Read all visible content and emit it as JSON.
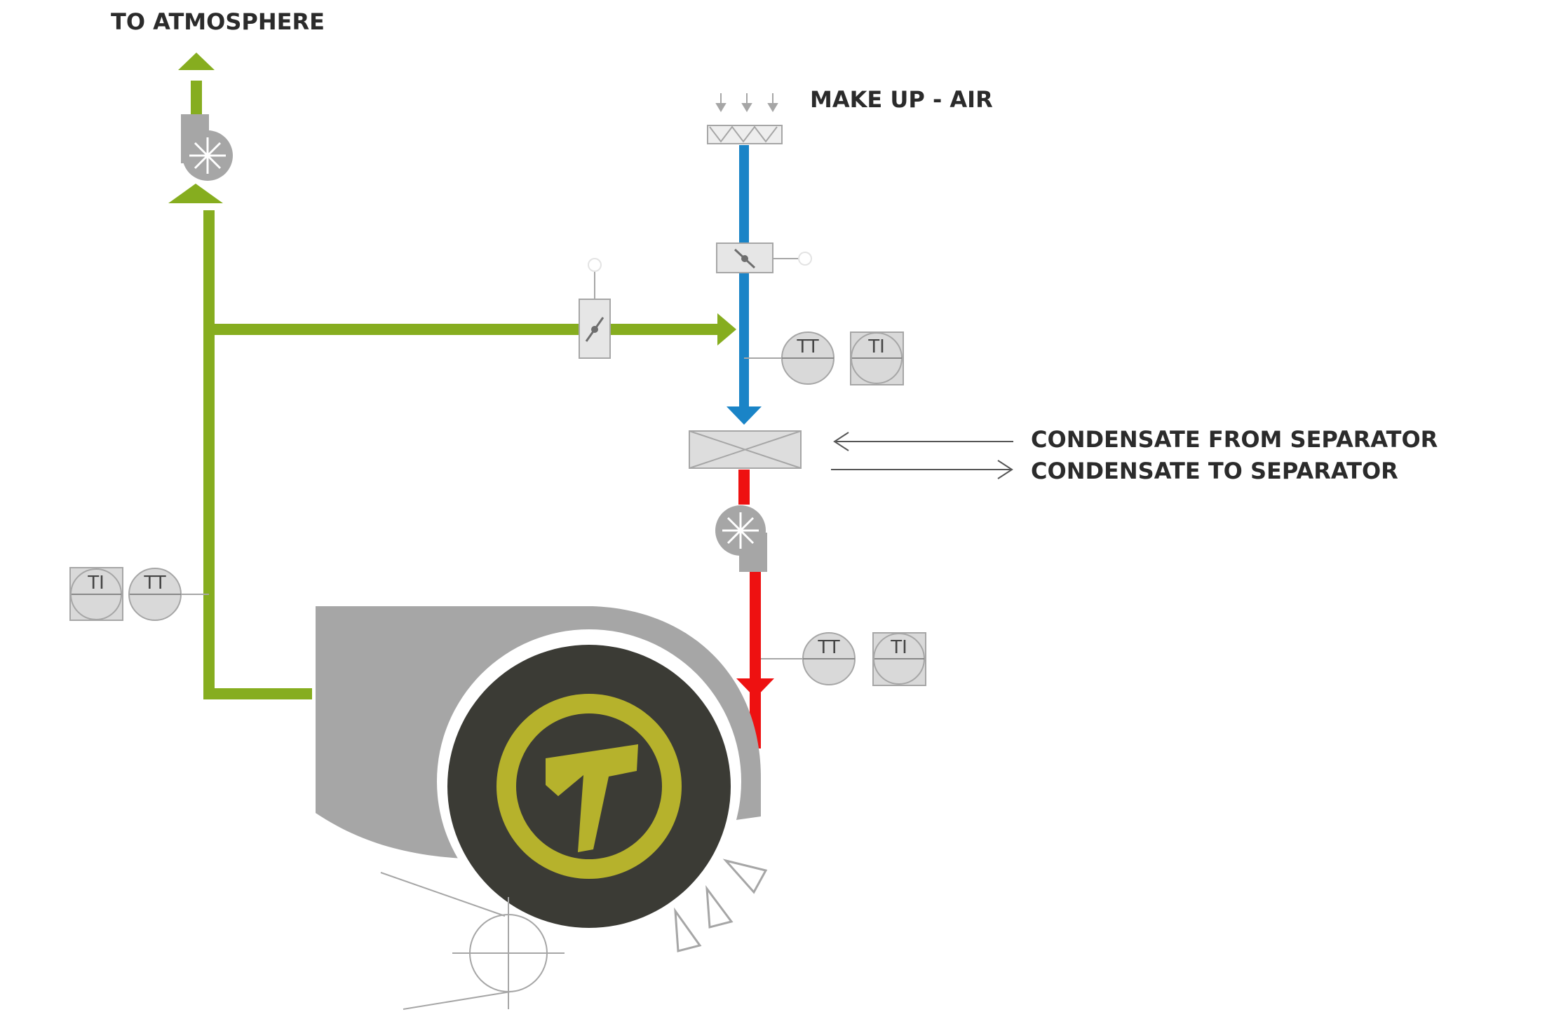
{
  "labels": {
    "to_atmosphere": "TO ATMOSPHERE",
    "make_up_air": "MAKE UP - AIR",
    "condensate_from": "CONDENSATE FROM SEPARATOR",
    "condensate_to": "CONDENSATE TO SEPARATOR"
  },
  "instruments": {
    "tt": "TT",
    "ti": "TI"
  },
  "colors": {
    "exhaust": "#86ad1f",
    "make_up_air": "#1a84c7",
    "hot_air": "#ee1111",
    "equipment": "#a6a6a6",
    "equipment_light": "#d9d9d9",
    "cylinder": "#3b3b35",
    "logo": "#b6b22c"
  },
  "icons": [
    "fan-icon",
    "damper-icon",
    "heat-exchanger-icon",
    "filter-icon",
    "drying-cylinder-icon"
  ]
}
